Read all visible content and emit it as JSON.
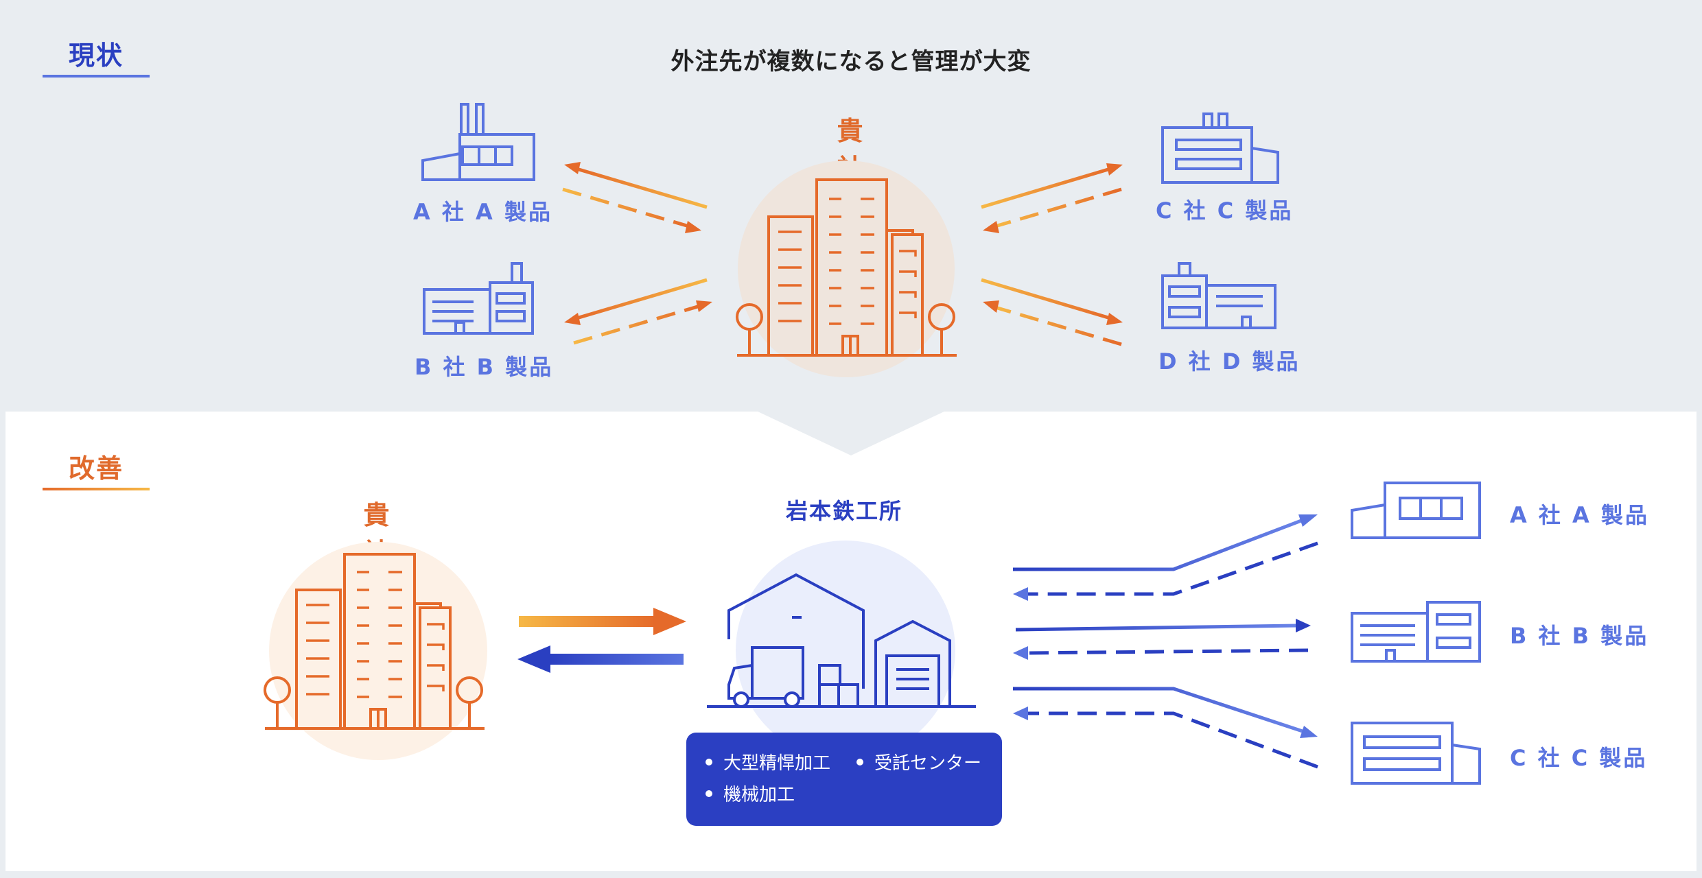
{
  "current": {
    "label": "現状",
    "title": "外注先が複数になると管理が大変",
    "client": "貴社",
    "companies": {
      "a": "A 社 A 製品",
      "b": "B 社 B 製品",
      "c": "C 社 C 製品",
      "d": "D 社 D 製品"
    }
  },
  "improved": {
    "label": "改善",
    "client": "貴社",
    "supplier": "岩本鉄工所",
    "services": [
      "大型精悍加工",
      "受託センター",
      "機械加工"
    ],
    "companies": {
      "a": "A 社 A 製品",
      "b": "B 社 B 製品",
      "c": "C 社 C 製品"
    }
  },
  "colors": {
    "orange": "#e06a2c",
    "orange_light": "#f6b846",
    "blue": "#2a3fc1",
    "blue_light": "#5a74e0",
    "box_blue": "#2b3fc2"
  }
}
